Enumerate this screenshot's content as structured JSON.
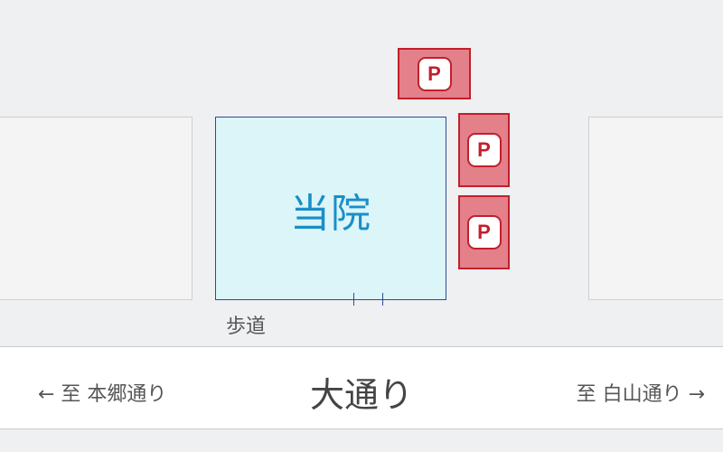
{
  "colors": {
    "background": "#eef0f1",
    "building_fill": "#f4f4f4",
    "clinic_fill": "#dcf5f8",
    "clinic_border": "#2f4a94",
    "clinic_text": "#1a8ec9",
    "parking_fill": "#e3808a",
    "parking_border": "#c21f2b",
    "road": "#ffffff"
  },
  "clinic": {
    "label": "当院"
  },
  "parking": [
    {
      "icon": "parking-icon",
      "label": "P"
    },
    {
      "icon": "parking-icon",
      "label": "P"
    },
    {
      "icon": "parking-icon",
      "label": "P"
    }
  ],
  "sidewalk": {
    "label": "歩道"
  },
  "road": {
    "name": "大通り",
    "left_direction": "← 至 本郷通り",
    "right_direction": "至 白山通り →"
  }
}
